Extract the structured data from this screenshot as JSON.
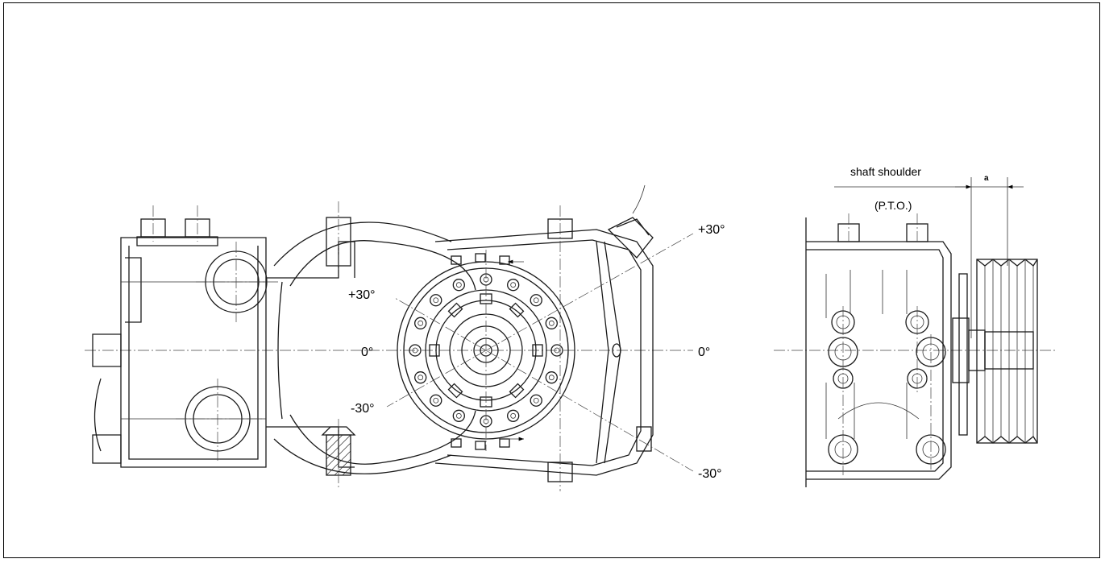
{
  "labels": {
    "angle_plus30_right": "+30°",
    "angle_plus30_left": "+30°",
    "angle_zero_left": "0°",
    "angle_zero_right": "0°",
    "angle_minus30_left": "-30°",
    "angle_minus30_right": "-30°",
    "shaft_shoulder": "shaft shoulder",
    "pto": "(P.T.O.)",
    "dimension_a": "a"
  }
}
